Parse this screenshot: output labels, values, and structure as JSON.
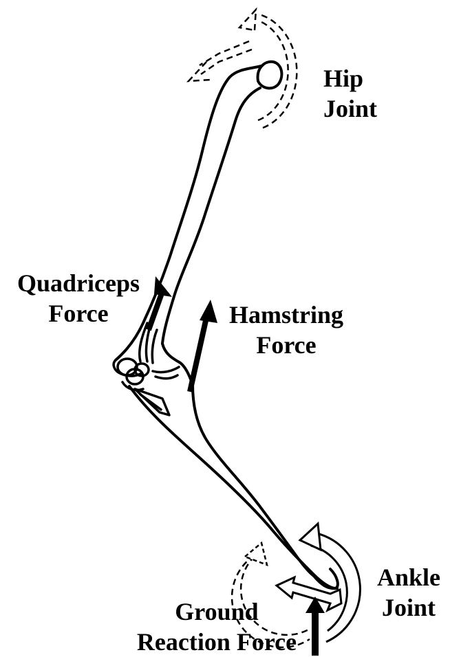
{
  "labels": {
    "hip_joint": {
      "line1": "Hip",
      "line2": "Joint"
    },
    "quadriceps_force": {
      "line1": "Quadriceps",
      "line2": "Force"
    },
    "hamstring_force": {
      "line1": "Hamstring",
      "line2": "Force"
    },
    "ankle_joint": {
      "line1": "Ankle",
      "line2": "Joint"
    },
    "ground_reaction_force": {
      "line1": "Ground",
      "line2": "Reaction Force"
    }
  },
  "colors": {
    "ink": "#000000",
    "paper": "#ffffff"
  }
}
